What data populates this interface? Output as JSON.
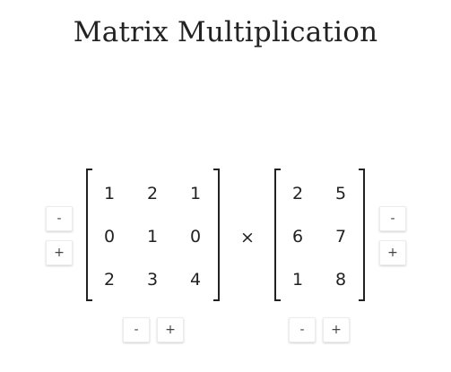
{
  "title": "Matrix Multiplication",
  "operator": "×",
  "matrix_a": {
    "rows": [
      [
        "1",
        "2",
        "1"
      ],
      [
        "0",
        "1",
        "0"
      ],
      [
        "2",
        "3",
        "4"
      ]
    ],
    "row_minus_label": "-",
    "row_plus_label": "+",
    "col_minus_label": "-",
    "col_plus_label": "+"
  },
  "matrix_b": {
    "rows": [
      [
        "2",
        "5"
      ],
      [
        "6",
        "7"
      ],
      [
        "1",
        "8"
      ]
    ],
    "row_minus_label": "-",
    "row_plus_label": "+",
    "col_minus_label": "-",
    "col_plus_label": "+"
  },
  "colors": {
    "text": "#222222",
    "button_border": "#ececec",
    "background": "#ffffff"
  }
}
